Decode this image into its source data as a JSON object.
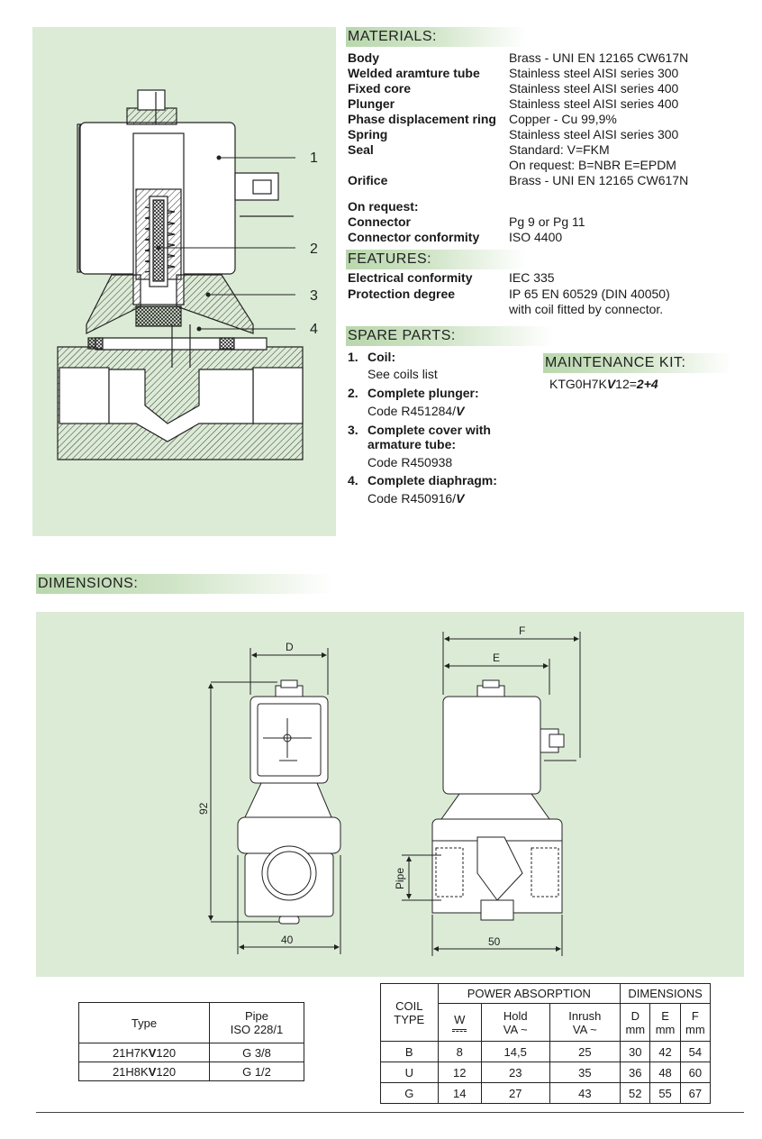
{
  "materials": {
    "heading": "MATERIALS:",
    "rows": [
      {
        "k": "Body",
        "v": "Brass - UNI EN 12165 CW617N"
      },
      {
        "k": "Welded aramture tube",
        "v": "Stainless steel AISI series 300"
      },
      {
        "k": "Fixed core",
        "v": "Stainless steel AISI series 400"
      },
      {
        "k": "Plunger",
        "v": "Stainless steel AISI series 400"
      },
      {
        "k": "Phase displacement ring",
        "v": "Copper - Cu 99,9%"
      },
      {
        "k": "Spring",
        "v": "Stainless steel AISI series 300"
      },
      {
        "k": "Seal",
        "v": "Standard:    V=FKM"
      },
      {
        "k": "",
        "v": "On request: B=NBR   E=EPDM"
      },
      {
        "k": "Orifice",
        "v": "Brass - UNI EN 12165 CW617N"
      },
      {
        "k": "On request:",
        "v": ""
      },
      {
        "k": "Connector",
        "v": "Pg 9 or Pg 11"
      },
      {
        "k": "Connector conformity",
        "v": "ISO 4400"
      }
    ]
  },
  "features": {
    "heading": "FEATURES:",
    "rows": [
      {
        "k": "Electrical conformity",
        "v": "IEC 335"
      },
      {
        "k": "Protection degree",
        "v": "IP 65 EN 60529 (DIN 40050)"
      },
      {
        "k": "",
        "v": "with coil fitted by connector."
      }
    ]
  },
  "spare": {
    "heading": "SPARE PARTS:",
    "items": [
      {
        "num": "1.",
        "title": "Coil:",
        "title2": "",
        "code": "See coils list",
        "suffix": ""
      },
      {
        "num": "2.",
        "title": "Complete plunger:",
        "title2": "",
        "code": "Code R451284/",
        "suffix": "V"
      },
      {
        "num": "3.",
        "title": "Complete cover with",
        "title2": "armature tube:",
        "code": "Code R450938",
        "suffix": ""
      },
      {
        "num": "4.",
        "title": "Complete diaphragm:",
        "title2": "",
        "code": "Code R450916/",
        "suffix": "V"
      }
    ]
  },
  "maintenance": {
    "heading": "MAINTENANCE KIT:",
    "code_a": "KTG0H7K",
    "code_b": "V",
    "code_c": "12=",
    "code_d": "2+4"
  },
  "callouts": [
    "1",
    "2",
    "3",
    "4"
  ],
  "dimensions": {
    "heading": "DIMENSIONS:",
    "labels": {
      "D": "D",
      "F": "F",
      "E": "E",
      "h": "92",
      "w1": "40",
      "w2": "50",
      "pipe": "Pipe"
    }
  },
  "type_table": {
    "headers": [
      "Type",
      "Pipe",
      "ISO 228/1"
    ],
    "rows": [
      {
        "a": "21H7K",
        "b": "V",
        "c": "120",
        "pipe": "G 3/8"
      },
      {
        "a": "21H8K",
        "b": "V",
        "c": "120",
        "pipe": "G 1/2"
      }
    ]
  },
  "coil_table": {
    "h_coil": "COIL",
    "h_type": "TYPE",
    "h_power": "POWER ABSORPTION",
    "h_dims": "DIMENSIONS",
    "h_w": "W",
    "h_hold": "Hold",
    "h_hold_u": "VA ~",
    "h_inrush": "Inrush",
    "h_inrush_u": "VA ~",
    "h_d": "D",
    "h_e": "E",
    "h_f": "F",
    "h_mm": "mm",
    "rows": [
      {
        "t": "B",
        "w": "8",
        "hold": "14,5",
        "inrush": "25",
        "d": "30",
        "e": "42",
        "f": "54"
      },
      {
        "t": "U",
        "w": "12",
        "hold": "23",
        "inrush": "35",
        "d": "36",
        "e": "48",
        "f": "60"
      },
      {
        "t": "G",
        "w": "14",
        "hold": "27",
        "inrush": "43",
        "d": "52",
        "e": "55",
        "f": "67"
      }
    ]
  }
}
